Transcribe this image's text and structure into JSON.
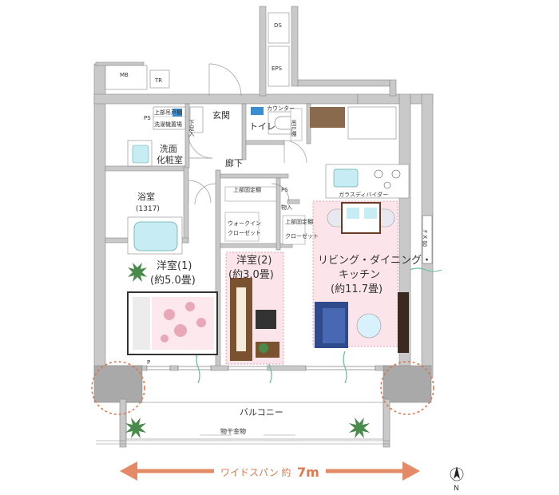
{
  "rooms": {
    "mb": "MB",
    "tr": "TR",
    "ds": "DS",
    "eps": "EPS",
    "ps_top": "PS",
    "ps_mid": "PS",
    "storage_upper_label": "上部吊戸棚",
    "laundry_label": "洗濯機置場",
    "shoe_label": "下足入",
    "entrance": "玄関",
    "counter": "カウンター",
    "toilet": "トイレ",
    "toilet_shelf": "吊戸棚",
    "washroom_line1": "洗面",
    "washroom_line2": "化粧室",
    "hallway": "廊下",
    "bath_line1": "浴室",
    "bath_line2": "(1317)",
    "wic_upper": "上部固定棚",
    "wic_line1": "ウォークイン",
    "wic_line2": "クローゼット",
    "storage": "物入",
    "closet_upper": "上部固定棚",
    "closet": "クローゼット",
    "glass_divider": "ガラスディバイダー",
    "western1_line1": "洋室(1)",
    "western1_line2": "(約5.0畳)",
    "western2_line1": "洋室(2)",
    "western2_line2": "(約3.0畳)",
    "ldk_line1": "リビング・ダイニング・",
    "ldk_line2": "キッチン",
    "ldk_line3": "(約11.7畳)",
    "fix_window": "F X 窓",
    "p_mark": "P",
    "balcony": "バルコニー",
    "drying_hardware": "物干金物"
  },
  "wide_span": {
    "label": "ワイドスパン 約",
    "value": "7m"
  },
  "compass": {
    "north": "N"
  },
  "colors": {
    "wall": "#c9c9c9",
    "wall_dark": "#a9a9a9",
    "ldk_fill": "#fbe5ea",
    "ldk_border": "#e7a2b0",
    "accent_arrow": "#e48a66",
    "accent_text": "#e07850",
    "dotted_circle": "#e07040",
    "sofa_blue": "#304b8c",
    "desk_brown": "#7a5230"
  },
  "icons": [
    "compass-icon",
    "plant-icon",
    "sofa-icon",
    "bed-icon",
    "bathtub-icon",
    "toilet-icon",
    "stove-icon",
    "sink-icon"
  ]
}
